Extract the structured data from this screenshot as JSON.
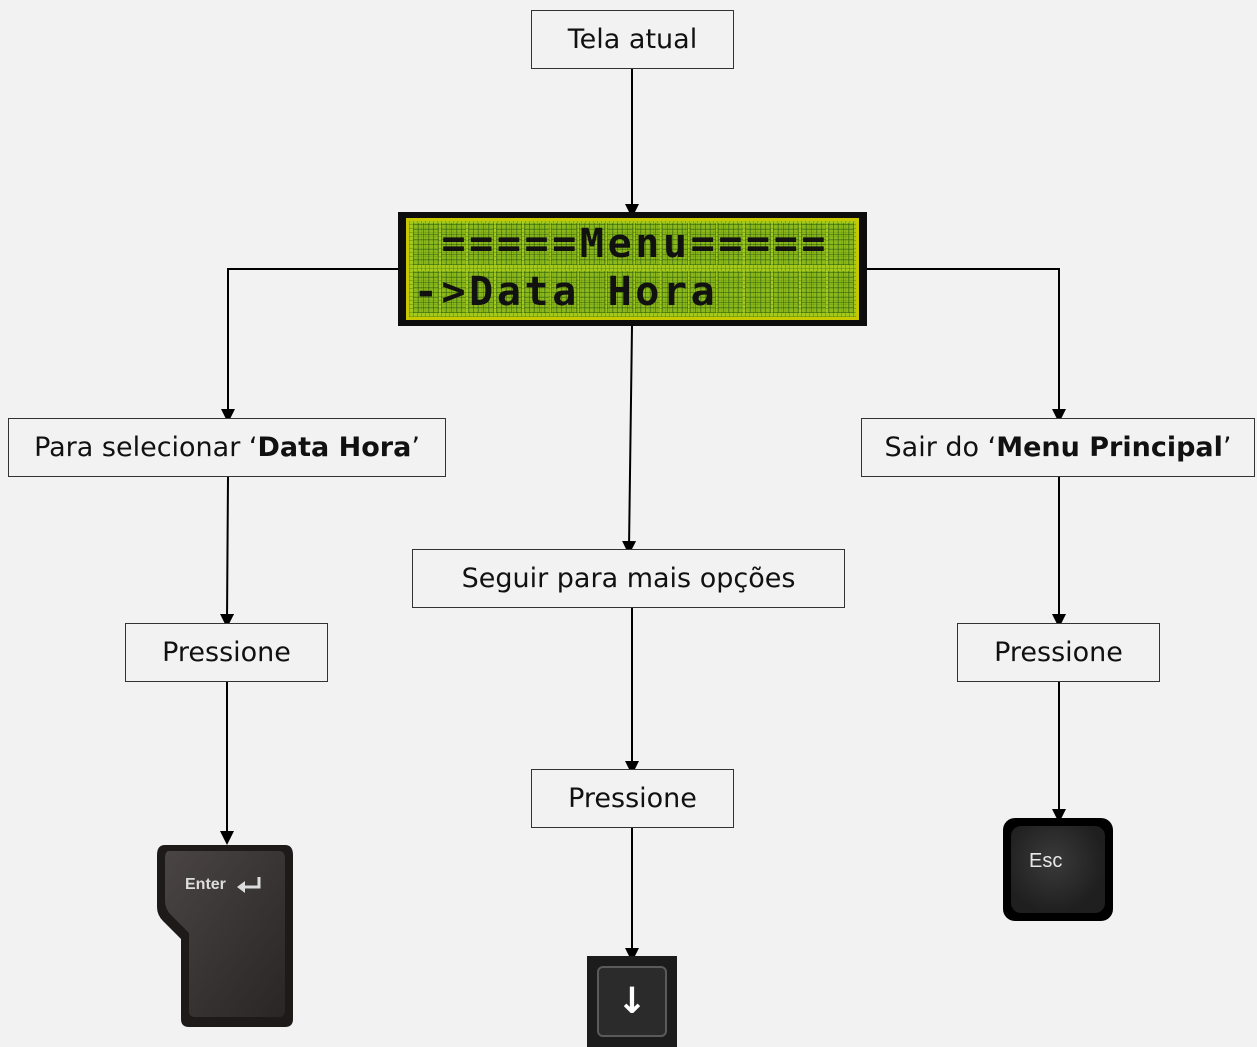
{
  "nodes": {
    "current_screen": "Tela atual",
    "select_left": {
      "pre": "Para selecionar ‘",
      "bold": "Data Hora",
      "post": "’"
    },
    "more_options": "Seguir para mais opções",
    "exit_right": {
      "pre": "Sair do ‘",
      "bold": "Menu Principal",
      "post": "’"
    },
    "press_left": "Pressione",
    "press_center": "Pressione",
    "press_right": "Pressione"
  },
  "lcd": {
    "line1": " =====Menu=====",
    "line2": "->Data Hora    "
  },
  "keys": {
    "enter": "Enter",
    "down": "↓",
    "esc": "Esc"
  }
}
